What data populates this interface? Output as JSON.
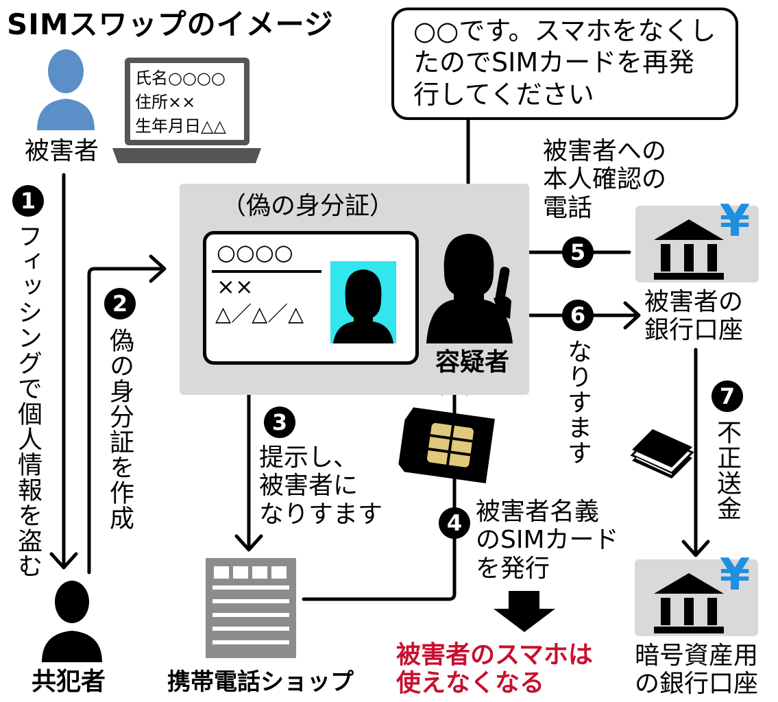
{
  "title": "SIMスワップのイメージ",
  "victim": {
    "label": "被害者",
    "laptop_lines": [
      "氏名○○○○",
      "住所××",
      "生年月日△△"
    ]
  },
  "accomplice": {
    "label": "共犯者"
  },
  "shop": {
    "label": "携帯電話ショップ"
  },
  "suspect": {
    "label": "容疑者"
  },
  "fake_id": {
    "caption": "（偽の身分証）",
    "name_line": "○○○○",
    "address_line": "××",
    "birth_line": "△／△／△"
  },
  "speech_bubble": {
    "lines": [
      "○○です。スマホをなくし",
      "たのでSIMカードを再発",
      "行してください"
    ]
  },
  "bank_victim": {
    "label_lines": [
      "被害者の",
      "銀行口座"
    ]
  },
  "bank_crypto": {
    "label_lines": [
      "暗号資産用",
      "の銀行口座"
    ]
  },
  "steps": {
    "s1": {
      "num": "1",
      "text": "フィッシングで個人情報を盗む"
    },
    "s2": {
      "num": "2",
      "text": "偽の身分証を作成"
    },
    "s3": {
      "num": "3",
      "lines": [
        "提示し、",
        "被害者に",
        "なりすます"
      ]
    },
    "s4": {
      "num": "4",
      "lines": [
        "被害者名義",
        "のSIMカード",
        "を発行"
      ]
    },
    "s5": {
      "num": "5",
      "lines": [
        "被害者への",
        "本人確認の",
        "電話"
      ]
    },
    "s6": {
      "num": "6",
      "text": "なりすます"
    },
    "s7": {
      "num": "7",
      "text": "不正送金"
    }
  },
  "result": {
    "lines": [
      "被害者のスマホは",
      "使えなくなる"
    ]
  },
  "icons": {
    "victim": "person-icon",
    "accomplice": "person-silhouette-icon",
    "laptop": "laptop-icon",
    "id_photo": "person-photo-icon",
    "suspect": "person-phone-icon",
    "sim": "sim-card-icon",
    "shop": "building-icon",
    "bank": "bank-icon",
    "yen": "yen-icon",
    "cash": "banknotes-icon",
    "down_arrow": "down-arrow-icon"
  },
  "colors": {
    "victim_person": "#5b8fc7",
    "id_photo_bg": "#33e6ee",
    "yen": "#1f8fe0",
    "result_text": "#c8102e",
    "panel": "#d9d9d9"
  }
}
